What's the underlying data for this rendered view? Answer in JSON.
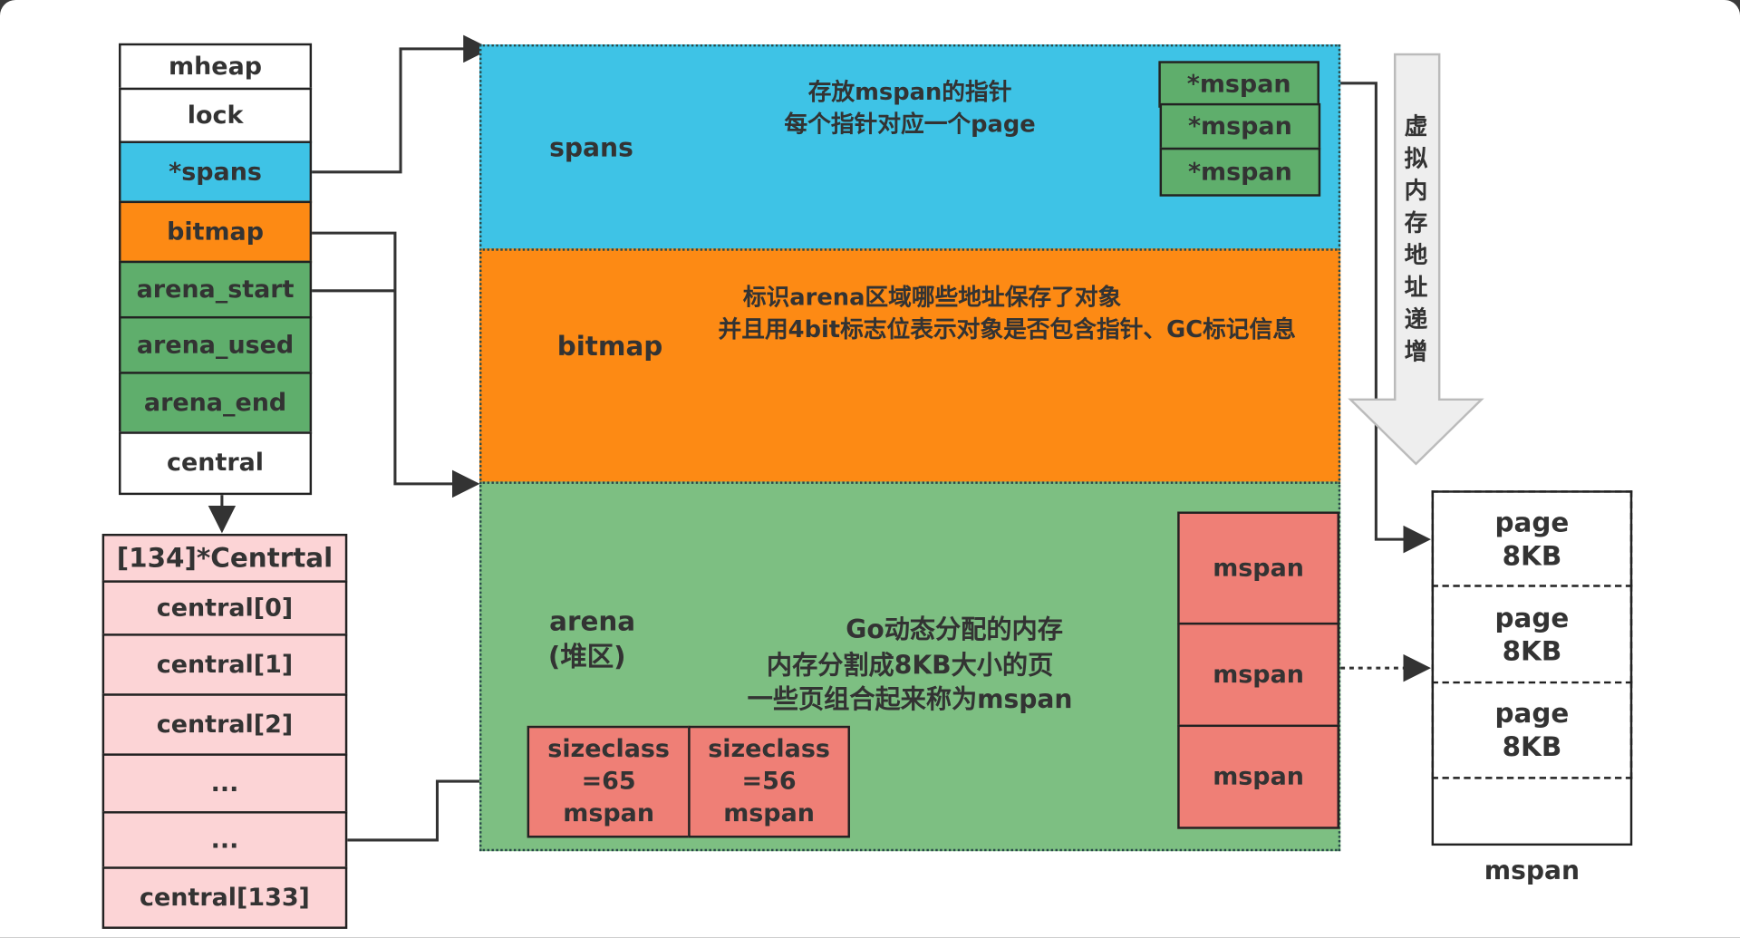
{
  "mheap": {
    "items": [
      "mheap",
      "lock",
      "*spans",
      "bitmap",
      "arena_start",
      "arena_used",
      "arena_end",
      "central"
    ]
  },
  "central_array": {
    "title": "[134]*Centrtal",
    "items": [
      "central[0]",
      "central[1]",
      "central[2]",
      "...",
      "...",
      "central[133]"
    ]
  },
  "spans": {
    "label": "spans",
    "desc1": "存放mspan的指针",
    "desc2": "每个指针对应一个page",
    "pointers": [
      "*mspan",
      "*mspan",
      "*mspan"
    ]
  },
  "bitmap": {
    "label": "bitmap",
    "desc1": "标识arena区域哪些地址保存了对象",
    "desc2": "并且用4bit标志位表示对象是否包含指针、GC标记信息"
  },
  "arena": {
    "label1": "arena",
    "label2": "(堆区)",
    "desc1": "Go动态分配的内存",
    "desc2": "内存分割成8KB大小的页",
    "desc3": "一些页组合起来称为mspan",
    "mspans": [
      "mspan",
      "mspan",
      "mspan"
    ],
    "sizeclass": [
      {
        "l1": "sizeclass",
        "l2": "=65",
        "l3": "mspan"
      },
      {
        "l1": "sizeclass",
        "l2": "=56",
        "l3": "mspan"
      }
    ]
  },
  "address_arrow": {
    "label": "虚拟内存地址递增"
  },
  "mspan_detail": {
    "pages": [
      {
        "l1": "page",
        "l2": "8KB"
      },
      {
        "l1": "page",
        "l2": "8KB"
      },
      {
        "l1": "page",
        "l2": "8KB"
      }
    ],
    "caption": "mspan"
  },
  "colors": {
    "spans": "#3ec3e6",
    "bitmap": "#fd8a14",
    "arena": "#7dbf82",
    "green_cell": "#5fae6c",
    "mspan": "#ef7f76",
    "central": "#fcd4d6"
  }
}
